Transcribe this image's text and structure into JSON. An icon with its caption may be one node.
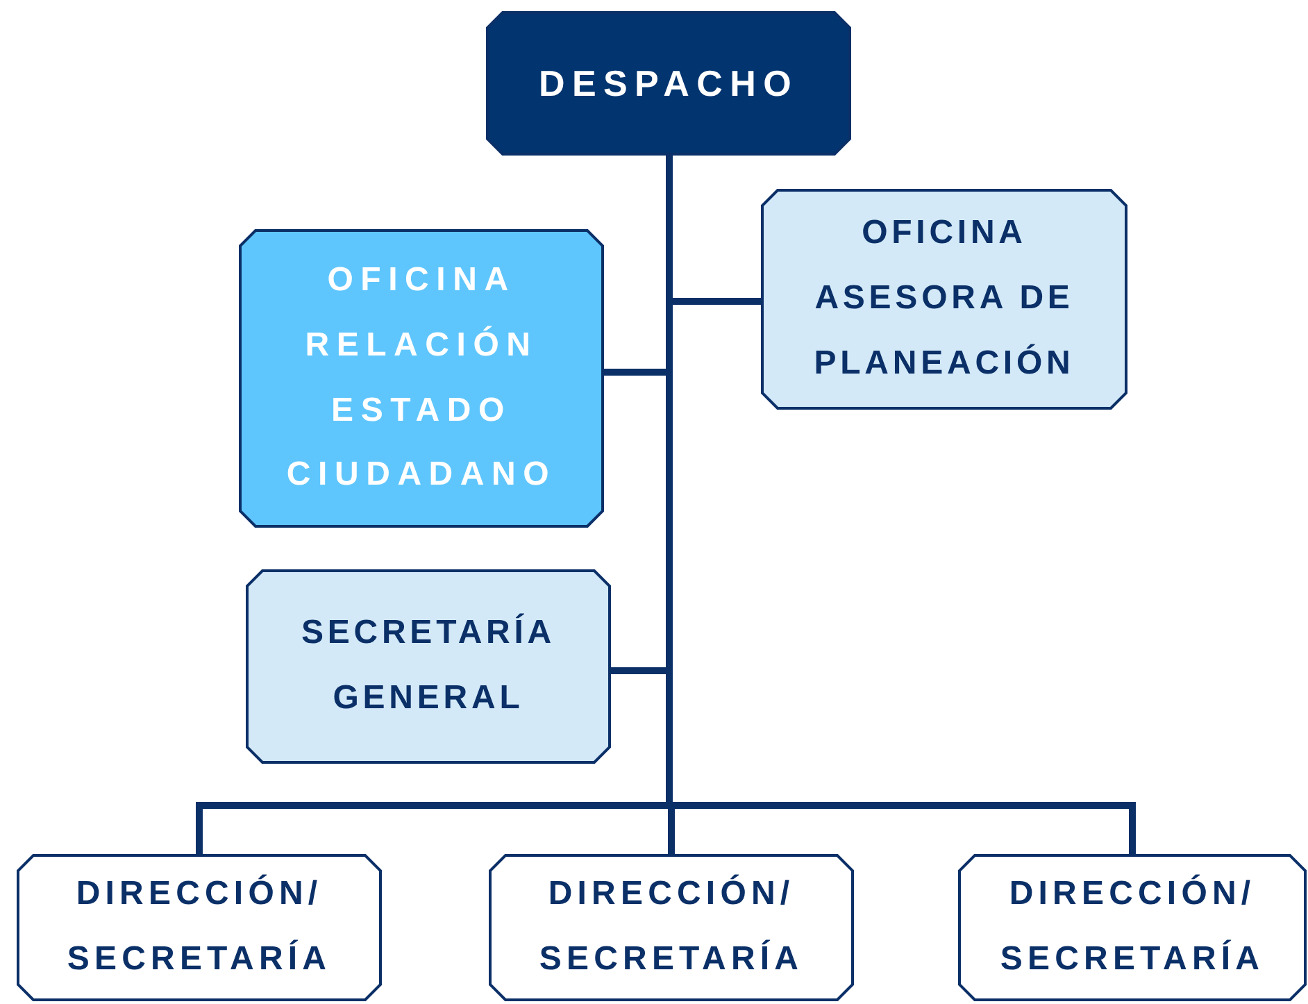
{
  "diagram": {
    "nodes": [
      {
        "text": [
          "DESPACHO"
        ]
      },
      {
        "text": [
          "OFICINA ASESORA DE PLANEACIÓN"
        ]
      },
      {
        "text": [
          "OFICINA RELACIÓN ESTADO CIUDADANO"
        ]
      },
      {
        "text": [
          "SECRETARÍA GENERAL"
        ]
      },
      {
        "text": [
          "DIRECCIÓN/ SECRETARÍA"
        ]
      },
      {
        "text": [
          "DIRECCIÓN/ SECRETARÍA"
        ]
      },
      {
        "text": [
          "DIRECCIÓN/ SECRETARÍA"
        ]
      }
    ],
    "edges": [
      {
        "from": 0,
        "to": 1,
        "arrow": "none"
      },
      {
        "from": 0,
        "to": 2,
        "arrow": "none"
      },
      {
        "from": 0,
        "to": 3,
        "arrow": "none"
      },
      {
        "from": 0,
        "to": 4,
        "arrow": "none"
      },
      {
        "from": 0,
        "to": 5,
        "arrow": "none"
      },
      {
        "from": 0,
        "to": 6,
        "arrow": "none"
      }
    ]
  }
}
